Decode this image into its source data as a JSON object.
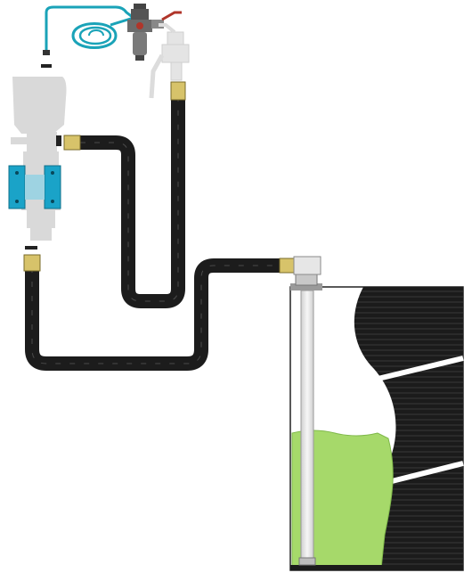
{
  "diagram": {
    "kind": "pump-installation-schematic",
    "labels": [],
    "components": {
      "air_supply_hose": {
        "name": "air-supply-hose",
        "color": "#1aa3b8"
      },
      "filter_regulator": {
        "name": "filter-regulator",
        "color": "#b0352a"
      },
      "air_motor_pump": {
        "name": "air-motor-pump",
        "color": "#d8d8d8"
      },
      "wall_bracket": {
        "name": "wall-bracket",
        "color": "#1aa3c8"
      },
      "ball_valve": {
        "name": "ball-valve",
        "color": "#dcdcdc"
      },
      "suction_hose": {
        "name": "suction-hose",
        "color": "#1c1c1c"
      },
      "return_hose": {
        "name": "return-hose",
        "color": "#1c1c1c"
      },
      "drum": {
        "name": "drum",
        "color": "#1b1b1b"
      },
      "fluid": {
        "name": "fluid",
        "color": "#a6d96a"
      },
      "suction_tube": {
        "name": "suction-tube",
        "color": "#e8e8e8"
      },
      "fittings": {
        "name": "brass-fittings",
        "color": "#d7c36a"
      }
    }
  }
}
